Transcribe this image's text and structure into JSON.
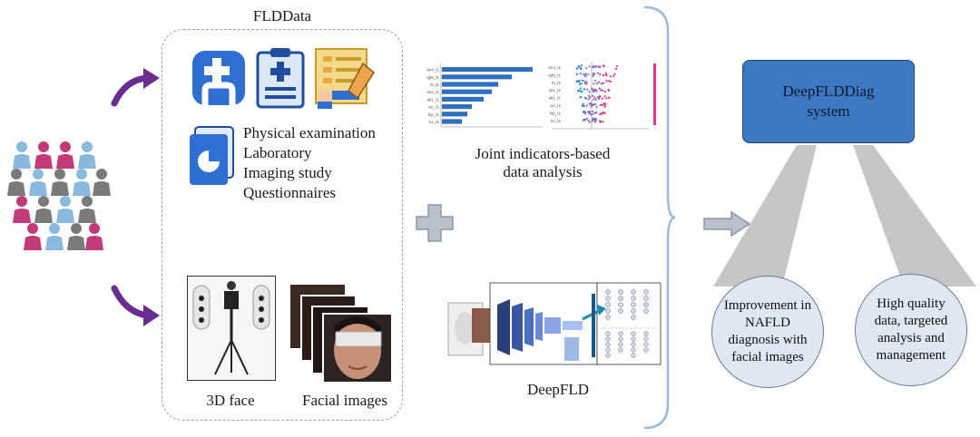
{
  "data_box": {
    "title": "FLDData",
    "items": [
      "Physical examination",
      "Laboratory",
      "Imaging study",
      "Questionnaires"
    ],
    "face_3d_label": "3D face",
    "facial_images_label": "Facial images"
  },
  "analysis": {
    "label_line1": "Joint indicators-based",
    "label_line2": "data analysis",
    "features": [
      "bmi_t1",
      "weight_t1",
      "ht_t1",
      "sex_t1",
      "alt1_t1",
      "wc_t1",
      "hip_t1",
      "hc_t1"
    ],
    "importance": [
      1.0,
      0.77,
      0.62,
      0.55,
      0.46,
      0.33,
      0.28,
      0.22
    ]
  },
  "model": {
    "label": "DeepFLD"
  },
  "system": {
    "line1": "DeepFLDDiag",
    "line2": "system"
  },
  "outcomes": [
    {
      "lines": [
        "Improvement in",
        "NAFLD",
        "diagnosis with",
        "facial images"
      ]
    },
    {
      "lines": [
        "High quality",
        "data, targeted",
        "analysis and",
        "management"
      ]
    }
  ],
  "colors": {
    "accent_blue": "#3f78c2",
    "arrow_purple": "#6b2c91",
    "person_pink": "#c23a77",
    "person_blue": "#8ab9e0",
    "person_gray": "#7a7a7a",
    "plus_gray": "#b9c2cc"
  }
}
